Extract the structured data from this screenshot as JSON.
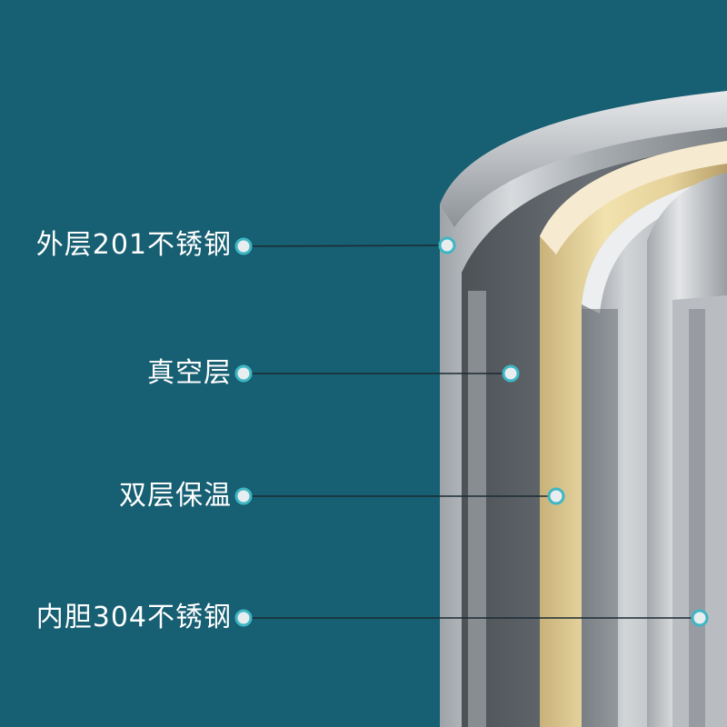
{
  "callouts": [
    {
      "label": "外层201不锈钢"
    },
    {
      "label": "真空层"
    },
    {
      "label": "双层保温"
    },
    {
      "label": "内胆304不锈钢"
    }
  ],
  "colors": {
    "background": "#175f72",
    "marker_ring": "#3fb6c3",
    "marker_fill": "#e8edf0",
    "leader_line": "#1b2b33",
    "insulation_gold": "#ead8a0",
    "steel_light": "#d9dcdf",
    "steel_dark": "#5c6166"
  }
}
